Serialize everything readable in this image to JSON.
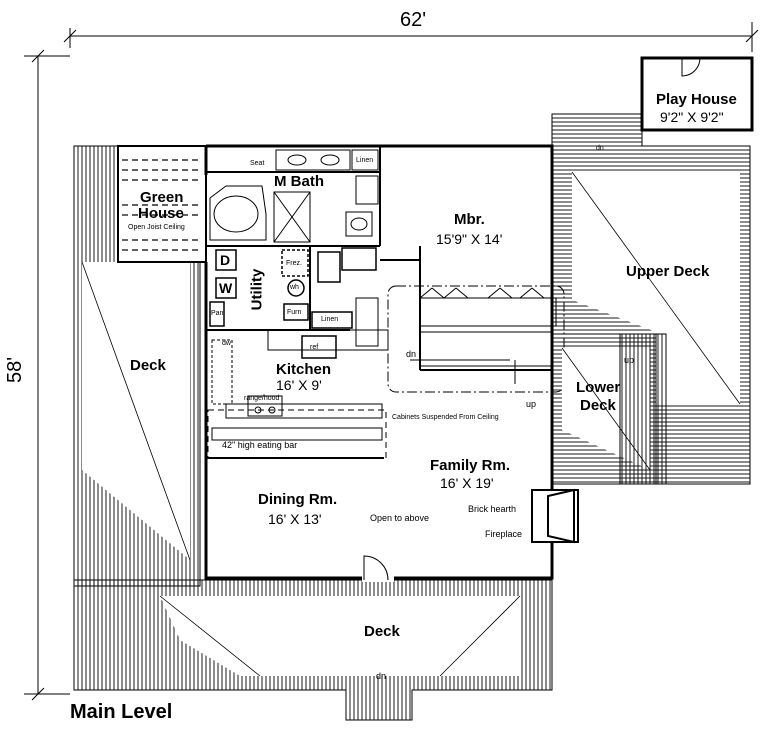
{
  "plan": {
    "width_dim": "62'",
    "height_dim": "58'",
    "level": "Main Level"
  },
  "rooms": {
    "play_house": {
      "name": "Play House",
      "size": "9'2\" X 9'2\""
    },
    "m_bath": {
      "name": "M Bath"
    },
    "green_house": {
      "name1": "Green",
      "name2": "House",
      "note": "Open Joist Ceiling"
    },
    "mbr": {
      "name": "Mbr.",
      "size": "15'9\" X 14'"
    },
    "upper_deck": {
      "name": "Upper Deck"
    },
    "utility": {
      "name": "Utility"
    },
    "kitchen": {
      "name": "Kitchen",
      "size": "16' X 9'"
    },
    "deck_left": {
      "name": "Deck"
    },
    "lower_deck": {
      "name1": "Lower",
      "name2": "Deck"
    },
    "family": {
      "name": "Family Rm.",
      "size": "16' X 19'"
    },
    "dining": {
      "name": "Dining Rm.",
      "size": "16' X 13'"
    },
    "deck_front": {
      "name": "Deck"
    }
  },
  "fixtures": {
    "seat": "Seat",
    "linen_bath": "Linen",
    "linen_hall": "Linen",
    "frez": "Frez.",
    "wh": "wh",
    "furn": "Furn",
    "dryer": "D",
    "washer": "W",
    "pan": "Pan",
    "dw": "dw",
    "ref": "ref",
    "range_hood": "range/hood",
    "cabinets": "Cabinets Suspended From Ceiling",
    "eating_bar": "42\" high eating bar",
    "open_above": "Open to above",
    "brick_hearth": "Brick hearth",
    "fireplace": "Fireplace"
  },
  "stairs": {
    "dn_upper": "dn",
    "dn_interior": "dn",
    "up_interior": "up",
    "up_lower": "up",
    "dn_front": "dn"
  }
}
